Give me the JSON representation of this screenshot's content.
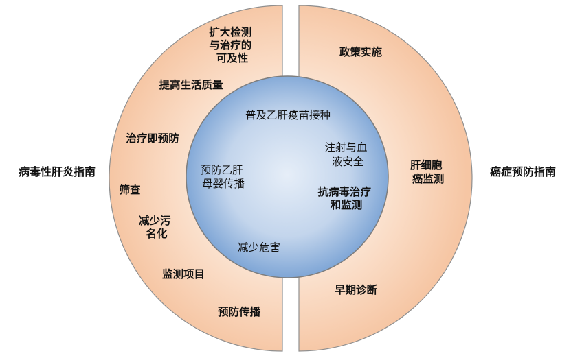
{
  "side_labels": {
    "left": "病毒性肝炎指南",
    "right": "癌症预防指南"
  },
  "left_ring": [
    {
      "lines": [
        "扩大检测",
        "与治疗的",
        "可及性"
      ]
    },
    {
      "lines": [
        "提高生活质量"
      ]
    },
    {
      "lines": [
        "治疗即预防"
      ]
    },
    {
      "lines": [
        "筛查"
      ]
    },
    {
      "lines": [
        "减少污",
        "名化"
      ]
    },
    {
      "lines": [
        "监测项目"
      ]
    },
    {
      "lines": [
        "预防传播"
      ]
    }
  ],
  "right_ring": [
    {
      "lines": [
        "政策实施"
      ]
    },
    {
      "lines": [
        "肝细胞",
        "癌监测"
      ]
    },
    {
      "lines": [
        "早期诊断"
      ]
    }
  ],
  "center": [
    {
      "lines": [
        "普及乙肝疫苗接种"
      ]
    },
    {
      "lines": [
        "预防乙肝",
        "母婴传播"
      ]
    },
    {
      "lines": [
        "注射与血",
        "液安全"
      ]
    },
    {
      "lines": [
        "抗病毒治疗",
        "和监测"
      ]
    },
    {
      "lines": [
        "减少危害"
      ]
    }
  ],
  "colors": {
    "ring_fill_outer": "#f6c6a4",
    "ring_fill_inner": "#fbe2cf",
    "ring_stroke": "#8f8f8f",
    "circle_fill_edge": "#7fa6d6",
    "circle_fill_center": "#e6eef8",
    "circle_stroke": "#7d7d7d"
  }
}
